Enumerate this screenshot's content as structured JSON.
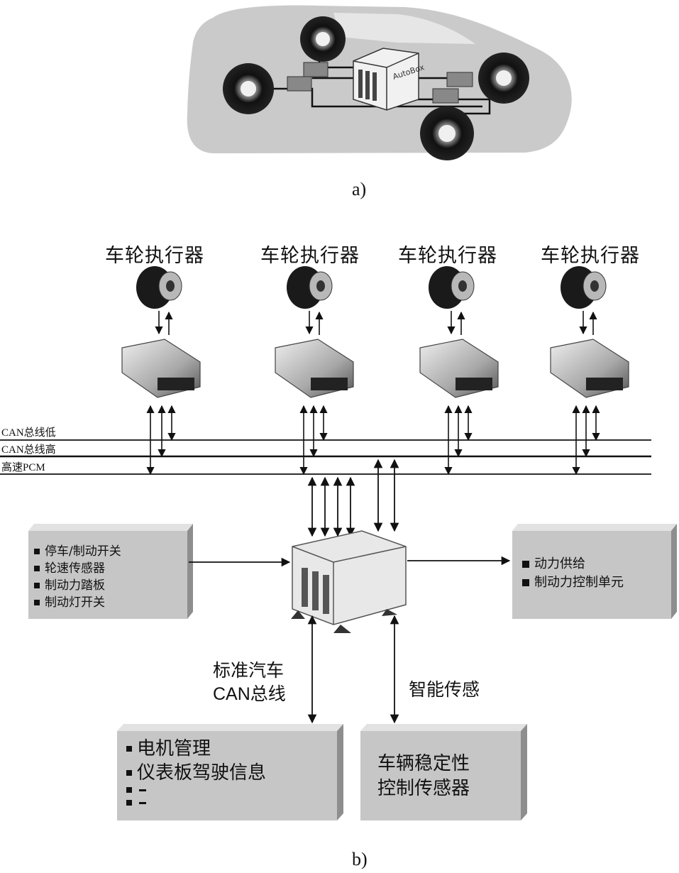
{
  "captions": {
    "a": "a)",
    "b": "b)"
  },
  "car": {
    "autobox_text": "AutoBox"
  },
  "actuators": [
    {
      "title": "车轮执行器"
    },
    {
      "title": "车轮执行器"
    },
    {
      "title": "车轮执行器"
    },
    {
      "title": "车轮执行器"
    }
  ],
  "bus_lines": {
    "can_low": "CAN总线低",
    "can_high": "CAN总线高",
    "pcm": "高速PCM"
  },
  "left_box": {
    "items": [
      "停车/制动开关",
      "轮速传感器",
      "制动力踏板",
      "制动灯开关"
    ]
  },
  "right_box": {
    "items": [
      "动力供给",
      "制动力控制单元"
    ]
  },
  "labels": {
    "can_std_1": "标准汽车",
    "can_std_2": "CAN总线",
    "smart_sensing": "智能传感"
  },
  "bottom_left_box": {
    "items": [
      "电机管理",
      "仪表板驾驶信息"
    ]
  },
  "bottom_right_box": {
    "line1": "车辆稳定性",
    "line2": "控制传感器"
  },
  "colors": {
    "box_fill": "#c8c8c8",
    "line": "#111111",
    "car_body": "#c9c9c9"
  }
}
